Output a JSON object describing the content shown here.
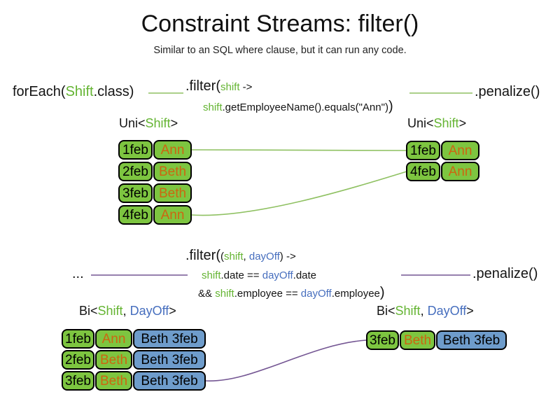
{
  "colors": {
    "green-fill": "#7dc540",
    "blue-fill": "#6e9ccb",
    "green-text": "#64b432",
    "blue-text": "#466ebe",
    "orange-text": "#cc6611",
    "line-green": "#8fc162",
    "line-purple": "#745693"
  },
  "header": {
    "title": "Constraint Streams: filter()",
    "subtitle": "Similar to an SQL where clause, but it can run any code."
  },
  "uni_section": {
    "source": {
      "pre": "forEach(",
      "class_name": "Shift",
      "post": ".class)"
    },
    "filter": {
      "method": ".filter(",
      "param": "shift",
      "arrow": " ->",
      "body_var": "shift",
      "body": ".getEmployeeName().equals(\"Ann\")",
      "close": ")"
    },
    "penalize": ".penalize()",
    "left_label": {
      "pre": "Uni<",
      "type1": "Shift",
      "post": ">"
    },
    "right_label": {
      "pre": "Uni<",
      "type1": "Shift",
      "post": ">"
    },
    "left_rows": [
      {
        "date": "1feb",
        "name": "Ann"
      },
      {
        "date": "2feb",
        "name": "Beth"
      },
      {
        "date": "3feb",
        "name": "Beth"
      },
      {
        "date": "4feb",
        "name": "Ann"
      }
    ],
    "right_rows": [
      {
        "date": "1feb",
        "name": "Ann"
      },
      {
        "date": "4feb",
        "name": "Ann"
      }
    ]
  },
  "bi_section": {
    "source": "...",
    "filter": {
      "method": ".filter(",
      "open": "(",
      "param1": "shift",
      "comma": ", ",
      "param2": "dayOff",
      "close_arrow": ") ->",
      "l2_var1": "shift",
      "l2_mid": ".date == ",
      "l2_var2": "dayOff",
      "l2_end": ".date",
      "l3_amp": "&& ",
      "l3_var1": "shift",
      "l3_mid": ".employee == ",
      "l3_var2": "dayOff",
      "l3_end": ".employee",
      "l3_close": ")"
    },
    "penalize": ".penalize()",
    "left_label": {
      "pre": "Bi<",
      "type1": "Shift",
      "comma": ", ",
      "type2": "DayOff",
      "post": ">"
    },
    "right_label": {
      "pre": "Bi<",
      "type1": "Shift",
      "comma": ", ",
      "type2": "DayOff",
      "post": ">"
    },
    "left_rows": [
      {
        "date": "1feb",
        "name": "Ann",
        "pair": "Beth 3feb"
      },
      {
        "date": "2feb",
        "name": "Beth",
        "pair": "Beth 3feb"
      },
      {
        "date": "3feb",
        "name": "Beth",
        "pair": "Beth 3feb"
      }
    ],
    "right_rows": [
      {
        "date": "3feb",
        "name": "Beth",
        "pair": "Beth 3feb"
      }
    ]
  }
}
